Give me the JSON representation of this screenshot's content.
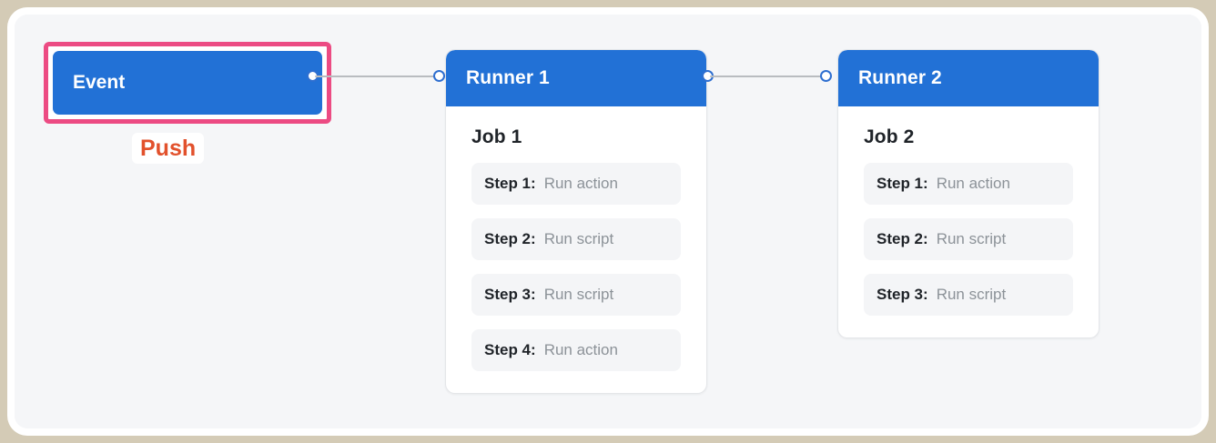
{
  "canvas": {
    "background_outer": "#d4cbb6",
    "background_inner": "#f5f6f8",
    "accent_blue": "#2271d6",
    "highlight_pink": "#ec4b83",
    "push_text_color": "#e2512c"
  },
  "event": {
    "label": "Event",
    "annotation": "Push"
  },
  "runners": [
    {
      "title": "Runner 1",
      "job": "Job 1",
      "steps": [
        {
          "key": "Step 1:",
          "value": "Run action"
        },
        {
          "key": "Step 2:",
          "value": "Run script"
        },
        {
          "key": "Step 3:",
          "value": "Run script"
        },
        {
          "key": "Step 4:",
          "value": "Run action"
        }
      ]
    },
    {
      "title": "Runner 2",
      "job": "Job 2",
      "steps": [
        {
          "key": "Step 1:",
          "value": "Run action"
        },
        {
          "key": "Step 2:",
          "value": "Run script"
        },
        {
          "key": "Step 3:",
          "value": "Run script"
        }
      ]
    }
  ]
}
